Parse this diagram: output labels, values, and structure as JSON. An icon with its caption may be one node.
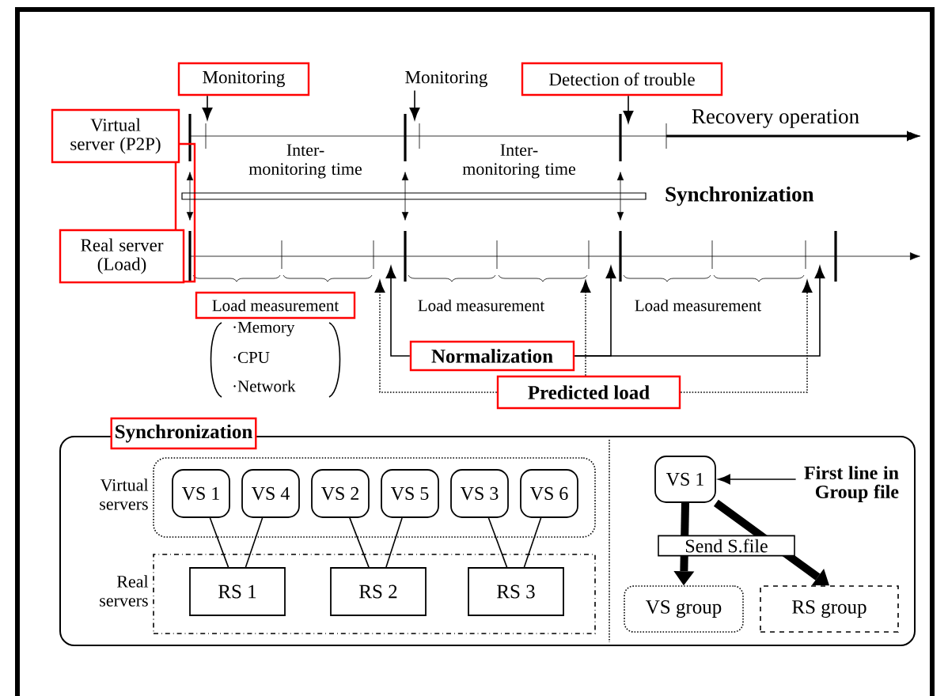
{
  "diagram": {
    "nodes": [
      {
        "text": [
          "Monitoring"
        ]
      },
      {
        "text": [
          "Monitoring"
        ]
      },
      {
        "text": [
          "Detection of trouble"
        ]
      },
      {
        "text": [
          "Virtual server (P2P)"
        ]
      },
      {
        "text": [],
        "shape": "bar",
        "beside": [
          "Synchronization"
        ]
      },
      {
        "text": [
          "Real server (Load)"
        ]
      },
      {
        "text": [
          "Load measurement"
        ]
      },
      {
        "text": [
          "Normalization"
        ]
      },
      {
        "text": [
          "Predicted load"
        ]
      },
      {
        "text": [],
        "shape": "box"
      },
      {
        "text": [
          "Synchronization"
        ]
      },
      {
        "text": [
          "Virtual servers"
        ],
        "in": 9
      },
      {
        "text": [
          "VS 1"
        ],
        "in": 11
      },
      {
        "text": [
          "VS 4"
        ],
        "in": 11
      },
      {
        "text": [
          "VS 2"
        ],
        "in": 11
      },
      {
        "text": [
          "VS 5"
        ],
        "in": 11
      },
      {
        "text": [
          "VS 3"
        ],
        "in": 11
      },
      {
        "text": [
          "VS 6"
        ],
        "in": 11
      },
      {
        "text": [
          "Real servers"
        ],
        "in": 9
      },
      {
        "text": [
          "RS 1"
        ],
        "in": 18
      },
      {
        "text": [
          "RS 2"
        ],
        "in": 18
      },
      {
        "text": [
          "RS 3"
        ],
        "in": 18
      },
      {
        "text": [
          "VS 1"
        ],
        "in": 9
      },
      {
        "text": [
          "First line in Group file"
        ],
        "in": 9
      },
      {
        "text": [
          "VS group"
        ],
        "in": 9
      },
      {
        "text": [
          "RS group"
        ],
        "in": 9
      }
    ],
    "edges": [
      {
        "from": 0,
        "to": null,
        "arrow": "to"
      },
      {
        "from": 1,
        "to": null,
        "arrow": "to"
      },
      {
        "from": 2,
        "to": null,
        "arrow": "to"
      },
      {
        "from": 7,
        "to": null,
        "arrow": "to"
      },
      {
        "from": 7,
        "to": null,
        "arrow": "to"
      },
      {
        "from": 7,
        "to": null,
        "arrow": "to"
      },
      {
        "from": 8,
        "to": null,
        "arrow": "to",
        "style": "dashed"
      },
      {
        "from": 8,
        "to": null,
        "arrow": "to",
        "style": "dashed"
      },
      {
        "from": 8,
        "to": null,
        "arrow": "to",
        "style": "dashed"
      },
      {
        "from": 12,
        "to": 19,
        "arrow": "none"
      },
      {
        "from": 13,
        "to": 19,
        "arrow": "none"
      },
      {
        "from": 14,
        "to": 20,
        "arrow": "none"
      },
      {
        "from": 15,
        "to": 20,
        "arrow": "none"
      },
      {
        "from": 16,
        "to": 21,
        "arrow": "none"
      },
      {
        "from": 17,
        "to": 21,
        "arrow": "none"
      },
      {
        "from": 23,
        "to": 22,
        "arrow": "to"
      },
      {
        "from": 22,
        "to": 24,
        "arrow": "to",
        "style": "thick",
        "label": "Send S.file"
      },
      {
        "from": 22,
        "to": 25,
        "arrow": "to",
        "style": "thick"
      }
    ],
    "labels": [
      "Recovery operation",
      "Inter-monitoring time",
      "Inter-monitoring time",
      "Load measurement",
      "Load measurement",
      "·Memory",
      "·CPU",
      "·Network"
    ]
  }
}
